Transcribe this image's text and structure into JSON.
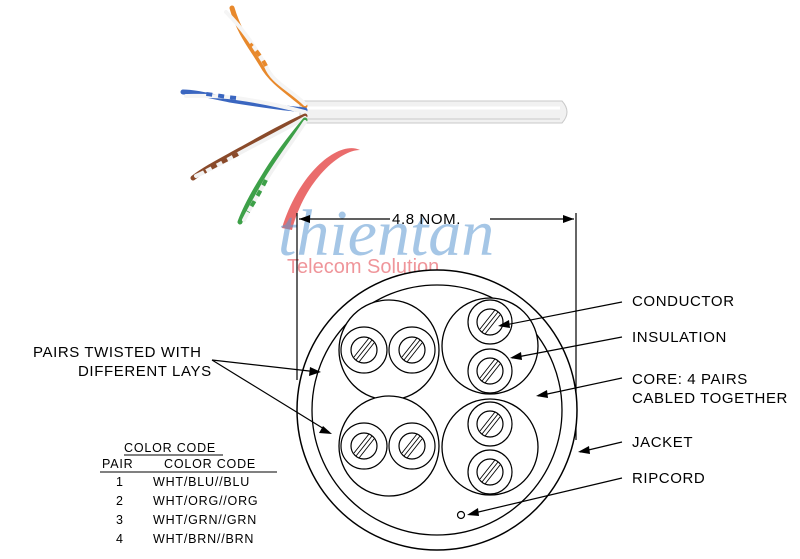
{
  "watermark": {
    "brand": "thientan",
    "tagline": "Telecom Solution",
    "colors": {
      "brand": "#3f86c8",
      "tagline": "#e0303a",
      "swoosh": "#e02828"
    }
  },
  "dimension": {
    "label": "4.8 NOM."
  },
  "labels": {
    "conductor": "CONDUCTOR",
    "insulation": "INSULATION",
    "core_line1": "CORE: 4 PAIRS",
    "core_line2": "CABLED TOGETHER",
    "jacket": "JACKET",
    "ripcord": "RIPCORD",
    "pairs_line1": "PAIRS TWISTED WITH",
    "pairs_line2": "DIFFERENT LAYS"
  },
  "color_code": {
    "title": "COLOR CODE",
    "headers": [
      "PAIR",
      "COLOR CODE"
    ],
    "rows": [
      {
        "pair": "1",
        "code": "WHT/BLU//BLU"
      },
      {
        "pair": "2",
        "code": "WHT/ORG//ORG"
      },
      {
        "pair": "3",
        "code": "WHT/GRN//GRN"
      },
      {
        "pair": "4",
        "code": "WHT/BRN//BRN"
      }
    ]
  },
  "cable_photo": {
    "wire_colors": {
      "orange": "#e8892c",
      "blue": "#3a66c0",
      "brown": "#8a4a2a",
      "green": "#3da048",
      "jacket": "#f0f0f0"
    }
  }
}
